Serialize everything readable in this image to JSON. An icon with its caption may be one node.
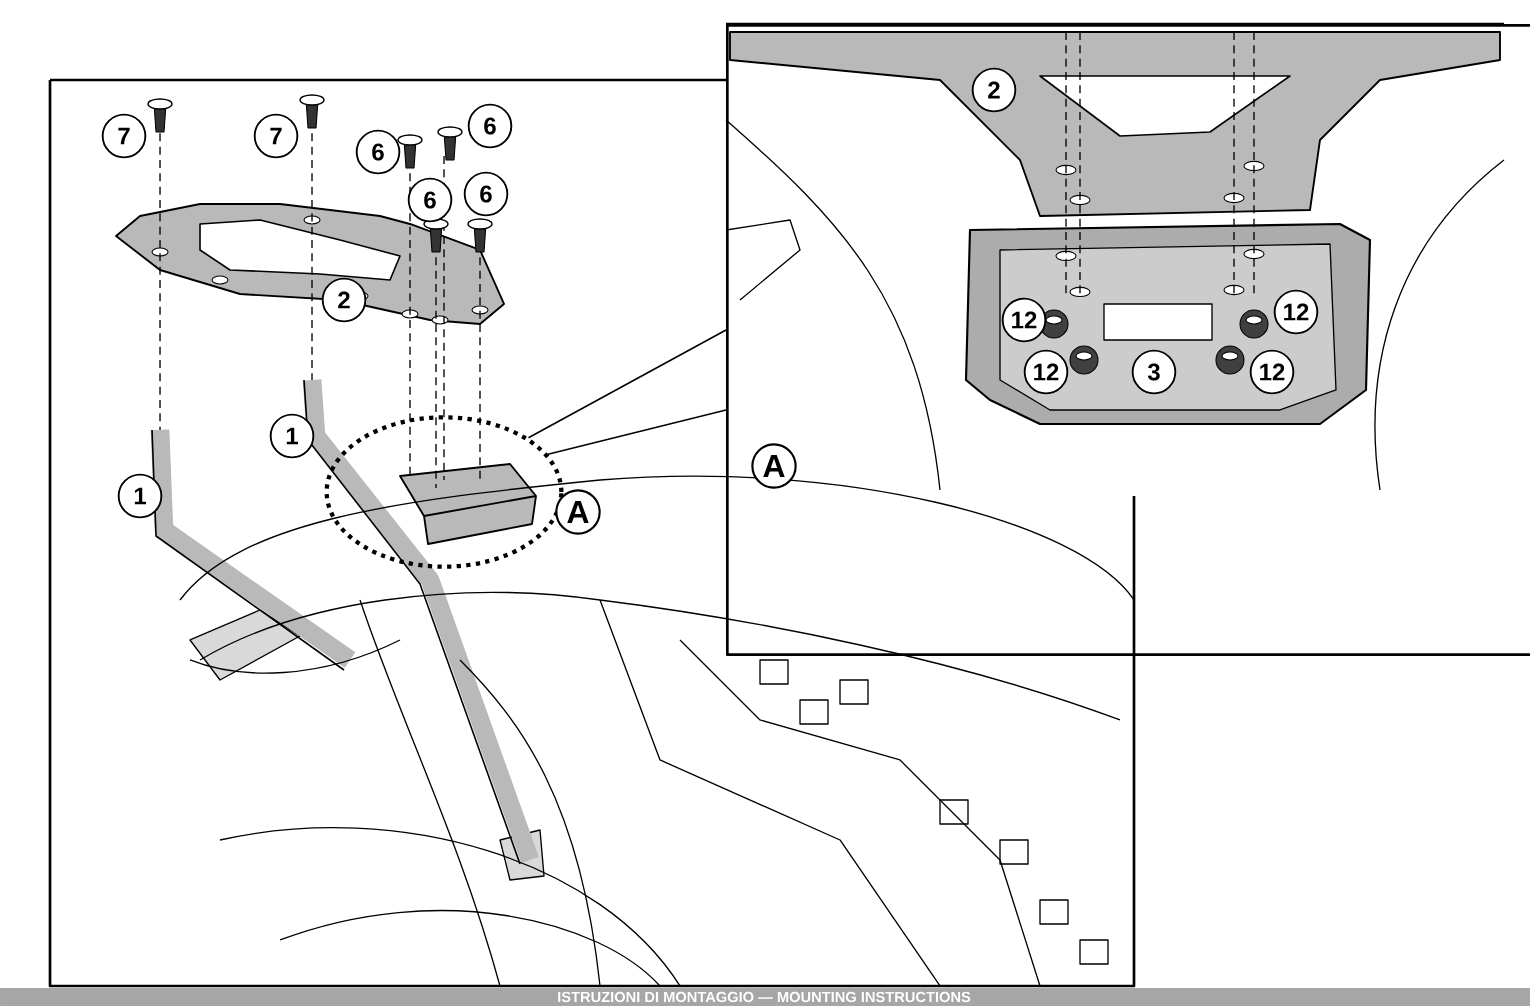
{
  "diagram": {
    "nodes": [
      {
        "text": [],
        "shape": "circle",
        "beside": [
          "A"
        ]
      },
      {
        "text": [
          "A"
        ]
      }
    ],
    "edges": [
      {
        "from": 0,
        "to": 1,
        "arrow": "none"
      },
      {
        "from": 0,
        "to": 1,
        "arrow": "none"
      }
    ],
    "labels": [
      "7",
      "7",
      "6",
      "6",
      "6",
      "6",
      "2",
      "1",
      "1",
      "2",
      "12",
      "12",
      "3",
      "12",
      "12",
      "ISTRUZIONI DI MONTAGGIO — MOUNTING INSTRUCTIONS"
    ]
  }
}
